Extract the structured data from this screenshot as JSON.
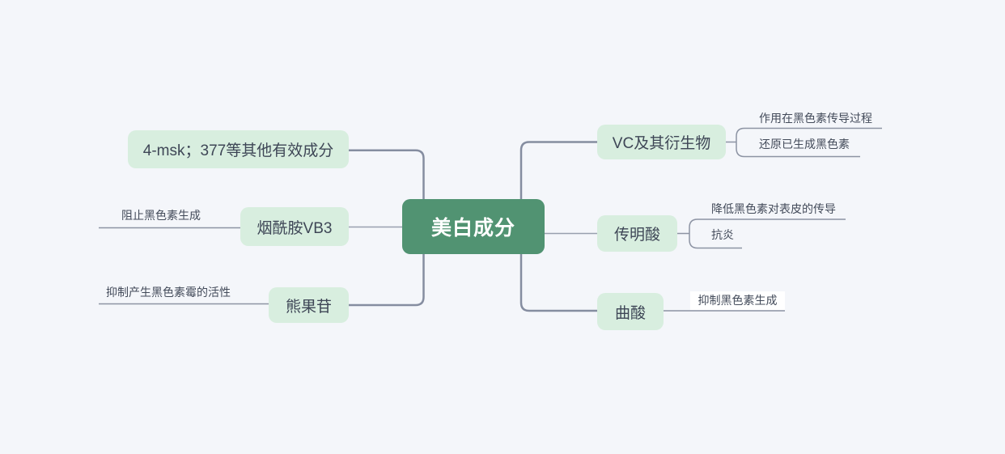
{
  "page": {
    "background_color": "#F4F6FA"
  },
  "mindmap": {
    "root": {
      "label": "美白成分",
      "fill_color": "#519372",
      "text_color": "#FFFFFF"
    },
    "branch_fill_color": "#D8EEDF",
    "left_branches": [
      {
        "label": "4-msk；377等其他有效成分",
        "children": []
      },
      {
        "label": "烟酰胺VB3",
        "children": [
          {
            "label": "阻止黑色素生成"
          }
        ]
      },
      {
        "label": "熊果苷",
        "children": [
          {
            "label": "抑制产生黑色素霉的活性"
          }
        ]
      }
    ],
    "right_branches": [
      {
        "label": "VC及其衍生物",
        "children": [
          {
            "label": "作用在黑色素传导过程"
          },
          {
            "label": "还原已生成黑色素"
          }
        ]
      },
      {
        "label": "传明酸",
        "children": [
          {
            "label": "降低黑色素对表皮的传导"
          },
          {
            "label": "抗炎"
          }
        ]
      },
      {
        "label": "曲酸",
        "children": [
          {
            "label": "抑制黑色素生成",
            "highlight_bg": "#FFFFFF"
          }
        ]
      }
    ],
    "line_colors": {
      "bus_line": "#858DA0",
      "thin_connector": "#98A0AE",
      "leaf_underline": "#8C93A3"
    }
  }
}
